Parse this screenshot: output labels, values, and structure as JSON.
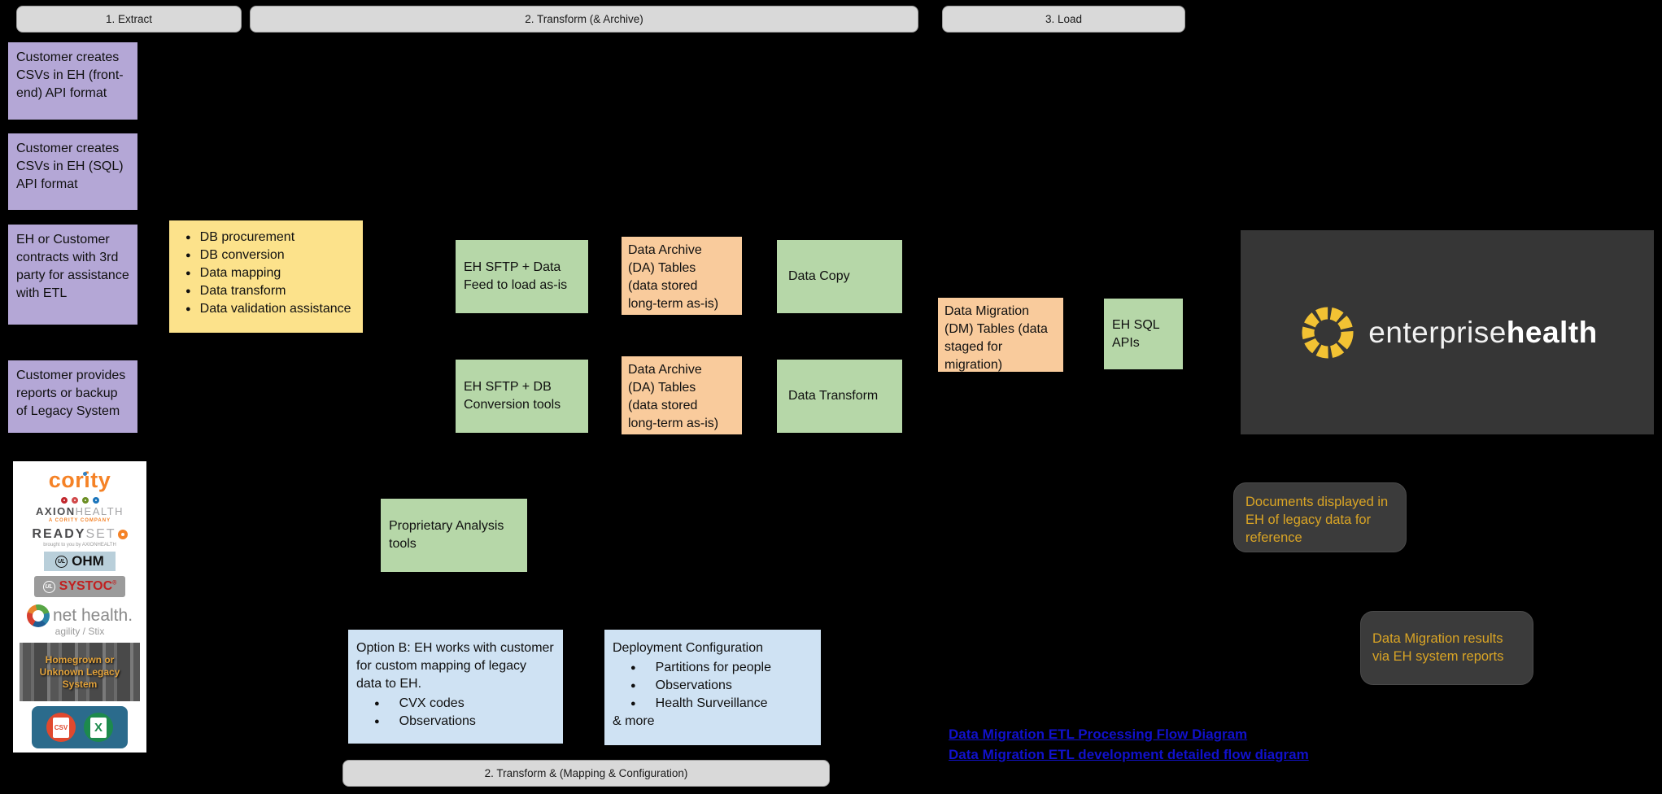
{
  "stages": {
    "extract": "1. Extract",
    "transform_archive": "2. Transform (& Archive)",
    "load": "3. Load",
    "transform_mapping": "2. Transform & (Mapping & Configuration)"
  },
  "extract_column": {
    "csv_frontend": "Customer creates CSVs in EH (front-end) API format",
    "csv_sql": "Customer creates CSVs in EH (SQL) API format",
    "third_party": "EH or Customer contracts with 3rd party for assistance with ETL",
    "legacy_backup": "Customer provides reports or backup of Legacy System"
  },
  "etl_assistance": {
    "items": [
      "DB procurement",
      "DB conversion",
      "Data mapping",
      "Data transform",
      "Data validation assistance"
    ]
  },
  "transform_flow": {
    "sftp_data_feed": "EH SFTP + Data Feed to load as-is",
    "da_tables_top": "Data Archive (DA) Tables (data stored long-term as-is)",
    "data_copy": "Data Copy",
    "sftp_db_conversion": "EH SFTP + DB Conversion tools",
    "da_tables_bottom": "Data Archive (DA) Tables (data stored long-term as-is)",
    "data_transform": "Data Transform",
    "proprietary_tools": "Proprietary Analysis tools"
  },
  "load_flow": {
    "dm_tables": "Data Migration (DM) Tables (data staged for migration)",
    "eh_sql_apis": "EH SQL APIs"
  },
  "mapping": {
    "option_b_text": "Option B: EH works with customer for custom mapping of legacy data to EH.",
    "option_b_items": [
      "CVX codes",
      "Observations"
    ],
    "deployment_title": "Deployment Configuration",
    "deployment_items": [
      "Partitions for people",
      "Observations",
      "Health Surveillance"
    ],
    "deployment_more": "& more"
  },
  "notes": {
    "documents": "Documents displayed in EH of legacy data for reference",
    "results": "Data Migration results via EH system reports"
  },
  "links": [
    {
      "label": "Data Migration ETL Processing Flow Diagram"
    },
    {
      "label": "Data Migration ETL development detailed flow diagram"
    }
  ],
  "eh_brand": {
    "name_light": "enterprise",
    "name_bold": "health"
  },
  "legacy_panel": {
    "cority": "cority",
    "axion_left": "AXION",
    "axion_right": "HEALTH",
    "axion_tagline": "A CORITY COMPANY",
    "ready": "READY",
    "set": "SET",
    "readyset_tagline": "brought to you by AXIONHEALTH",
    "ul_mark": "UL",
    "ohm": "OHM",
    "systoc": "SYSTOC",
    "reg_mark": "®",
    "nethealth_name": "net health.",
    "nethealth_sub": "agility / Stix",
    "homegrown_caption": "Homegrown or Unknown Legacy System",
    "csv_icon_label": "CSV",
    "excel_icon_label": "X"
  },
  "colors": {
    "purple": "#b4a7d6",
    "yellow": "#fce28b",
    "green": "#b6d7a8",
    "orange": "#f9cb9c",
    "blue": "#cfe2f3",
    "stage_gray": "#d9d9d9",
    "note_bg": "#3b3b3b",
    "note_text": "#d9a425",
    "link_blue": "#1111cc",
    "eh_panel_bg": "#363636",
    "eh_sun_yellow": "#f2c233",
    "cority_orange": "#f58226",
    "systoc_red": "#c11f1f"
  }
}
